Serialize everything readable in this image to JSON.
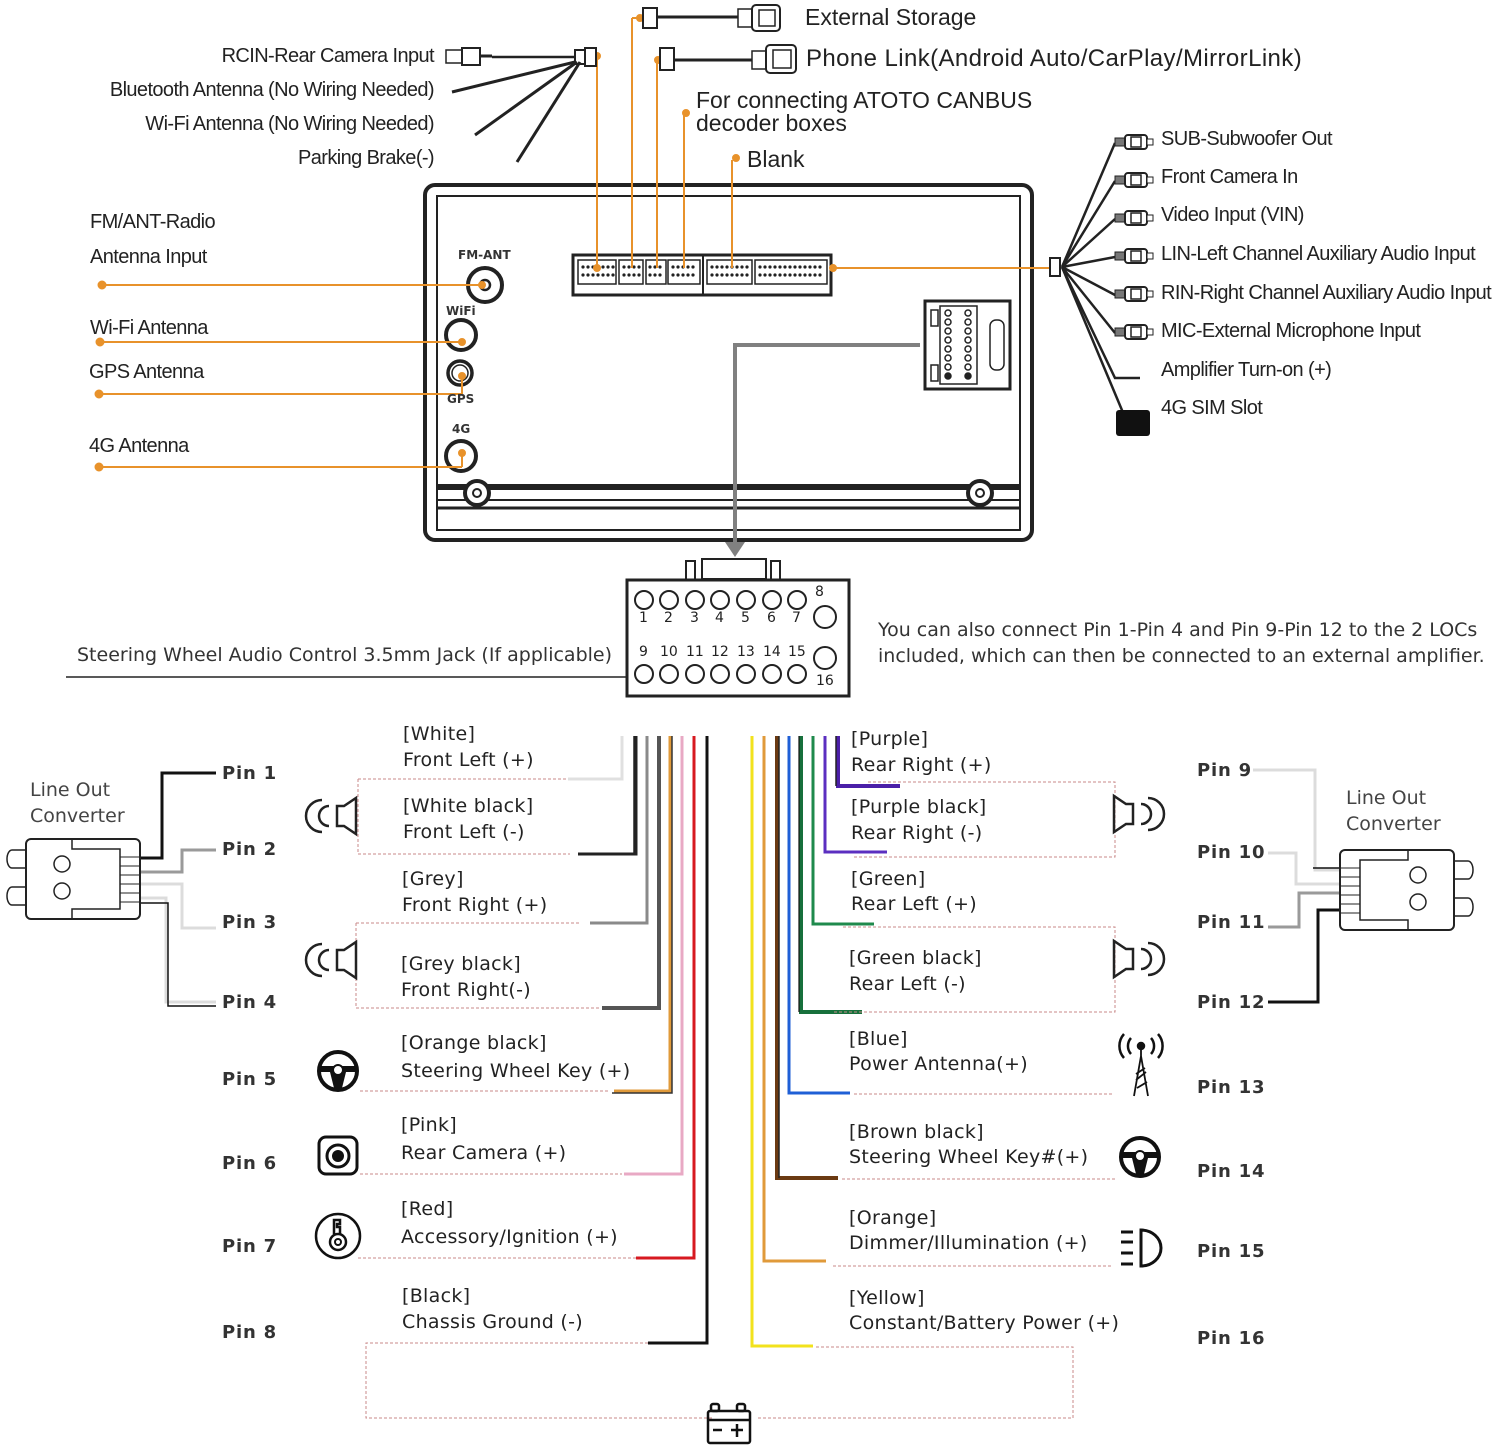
{
  "top_connectors": {
    "external_storage": "External Storage",
    "phone_link": "Phone Link(Android Auto/CarPlay/MirrorLink)",
    "canbus_line1": "For connecting ATOTO CANBUS",
    "canbus_line2": "decoder boxes",
    "blank": "Blank"
  },
  "left_harness": {
    "rcin": "RCIN-Rear Camera Input",
    "bluetooth": "Bluetooth Antenna (No Wiring Needed)",
    "wifi": "Wi-Fi Antenna (No Wiring Needed)",
    "parking": "Parking Brake(-)"
  },
  "antennas": {
    "fm_line1": "FM/ANT-Radio",
    "fm_line2": "Antenna Input",
    "wifi": "Wi-Fi Antenna",
    "gps": "GPS Antenna",
    "lte": "4G Antenna"
  },
  "port_labels": {
    "fm": "FM-ANT",
    "wifi": "WiFi",
    "gps": "GPS",
    "lte": "4G"
  },
  "rca_harness": [
    "SUB-Subwoofer Out",
    "Front Camera In",
    "Video Input (VIN)",
    "LIN-Left Channel Auxiliary Audio Input",
    "RIN-Right Channel Auxiliary Audio Input",
    "MIC-External Microphone Input",
    "Amplifier Turn-on (+)",
    "4G SIM Slot"
  ],
  "steering_jack": "Steering Wheel Audio Control 3.5mm Jack (If applicable)",
  "plug_pins": {
    "top": [
      "1",
      "2",
      "3",
      "4",
      "5",
      "6",
      "7"
    ],
    "top_right": "8",
    "bottom": [
      "9",
      "10",
      "11",
      "12",
      "13",
      "14",
      "15"
    ],
    "bottom_right": "16"
  },
  "note": {
    "line1": "You can also connect Pin 1-Pin 4 and Pin 9-Pin 12 to the 2 LOCs",
    "line2": "included, which can then be connected to an external amplifier."
  },
  "line_out_converter": {
    "line1": "Line Out",
    "line2": "Converter"
  },
  "pins_left": [
    {
      "pin": "Pin 1",
      "color_name": "[White]",
      "function": "Front Left (+)",
      "wire": "#e0e0e0"
    },
    {
      "pin": "Pin 2",
      "color_name": "[White black]",
      "function": "Front Left (-)",
      "wire": "#333333"
    },
    {
      "pin": "Pin 3",
      "color_name": "[Grey]",
      "function": "Front Right (+)",
      "wire": "#8a8a8a"
    },
    {
      "pin": "Pin 4",
      "color_name": "[Grey black]",
      "function": "Front Right(-)",
      "wire": "#666666"
    },
    {
      "pin": "Pin 5",
      "color_name": "[Orange black]",
      "function": "Steering Wheel Key (+)",
      "wire": "#e09a3a"
    },
    {
      "pin": "Pin 6",
      "color_name": "[Pink]",
      "function": "Rear Camera (+)",
      "wire": "#e8a9c4"
    },
    {
      "pin": "Pin 7",
      "color_name": "[Red]",
      "function": "Accessory/Ignition (+)",
      "wire": "#d71920"
    },
    {
      "pin": "Pin 8",
      "color_name": "[Black]",
      "function": "Chassis Ground (-)",
      "wire": "#111111"
    }
  ],
  "pins_right": [
    {
      "pin": "Pin 9",
      "color_name": "[Purple]",
      "function": "Rear Right (+)",
      "wire": "#4b1fa8"
    },
    {
      "pin": "Pin 10",
      "color_name": "[Purple black]",
      "function": "Rear Right (-)",
      "wire": "#5b2fc0"
    },
    {
      "pin": "Pin 11",
      "color_name": "[Green]",
      "function": "Rear Left (+)",
      "wire": "#1f8a4c"
    },
    {
      "pin": "Pin 12",
      "color_name": "[Green black]",
      "function": "Rear Left (-)",
      "wire": "#17703c"
    },
    {
      "pin": "Pin 13",
      "color_name": "[Blue]",
      "function": "Power Antenna(+)",
      "wire": "#1f5fd6"
    },
    {
      "pin": "Pin 14",
      "color_name": "[Brown black]",
      "function": "Steering Wheel Key#(+)",
      "wire": "#6b3a12"
    },
    {
      "pin": "Pin 15",
      "color_name": "[Orange]",
      "function": "Dimmer/Illumination (+)",
      "wire": "#e09a3a"
    },
    {
      "pin": "Pin 16",
      "color_name": "[Yellow]",
      "function": "Constant/Battery Power (+)",
      "wire": "#f2e21c"
    }
  ],
  "colors": {
    "accent_orange": "#e8922b",
    "outline": "#222222",
    "arrow_grey": "#808080",
    "dashed_red": "#c98a8a"
  }
}
